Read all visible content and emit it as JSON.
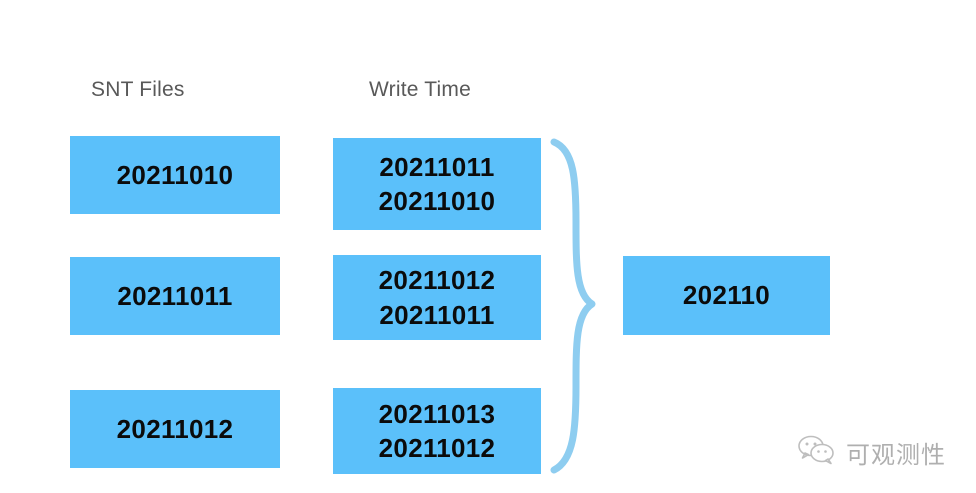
{
  "diagram": {
    "columns": [
      {
        "key": "snt_files",
        "label": "SNT Files"
      },
      {
        "key": "write_time",
        "label": "Write Time"
      }
    ],
    "rows": [
      {
        "snt_file": "20211010",
        "write_times": [
          "20211011",
          "20211010"
        ]
      },
      {
        "snt_file": "20211011",
        "write_times": [
          "20211012",
          "20211011"
        ]
      },
      {
        "snt_file": "20211012",
        "write_times": [
          "20211013",
          "20211012"
        ]
      }
    ],
    "aggregate": {
      "label": "202110"
    },
    "connector": {
      "type": "curly-brace",
      "direction": "right",
      "color": "#8ecdf0"
    },
    "colors": {
      "box_fill": "#5bc0fa",
      "box_text": "#0b0b0b",
      "header_text": "#595959",
      "background": "#ffffff"
    }
  },
  "watermark": {
    "icon": "wechat-icon",
    "text": "可观测性"
  }
}
